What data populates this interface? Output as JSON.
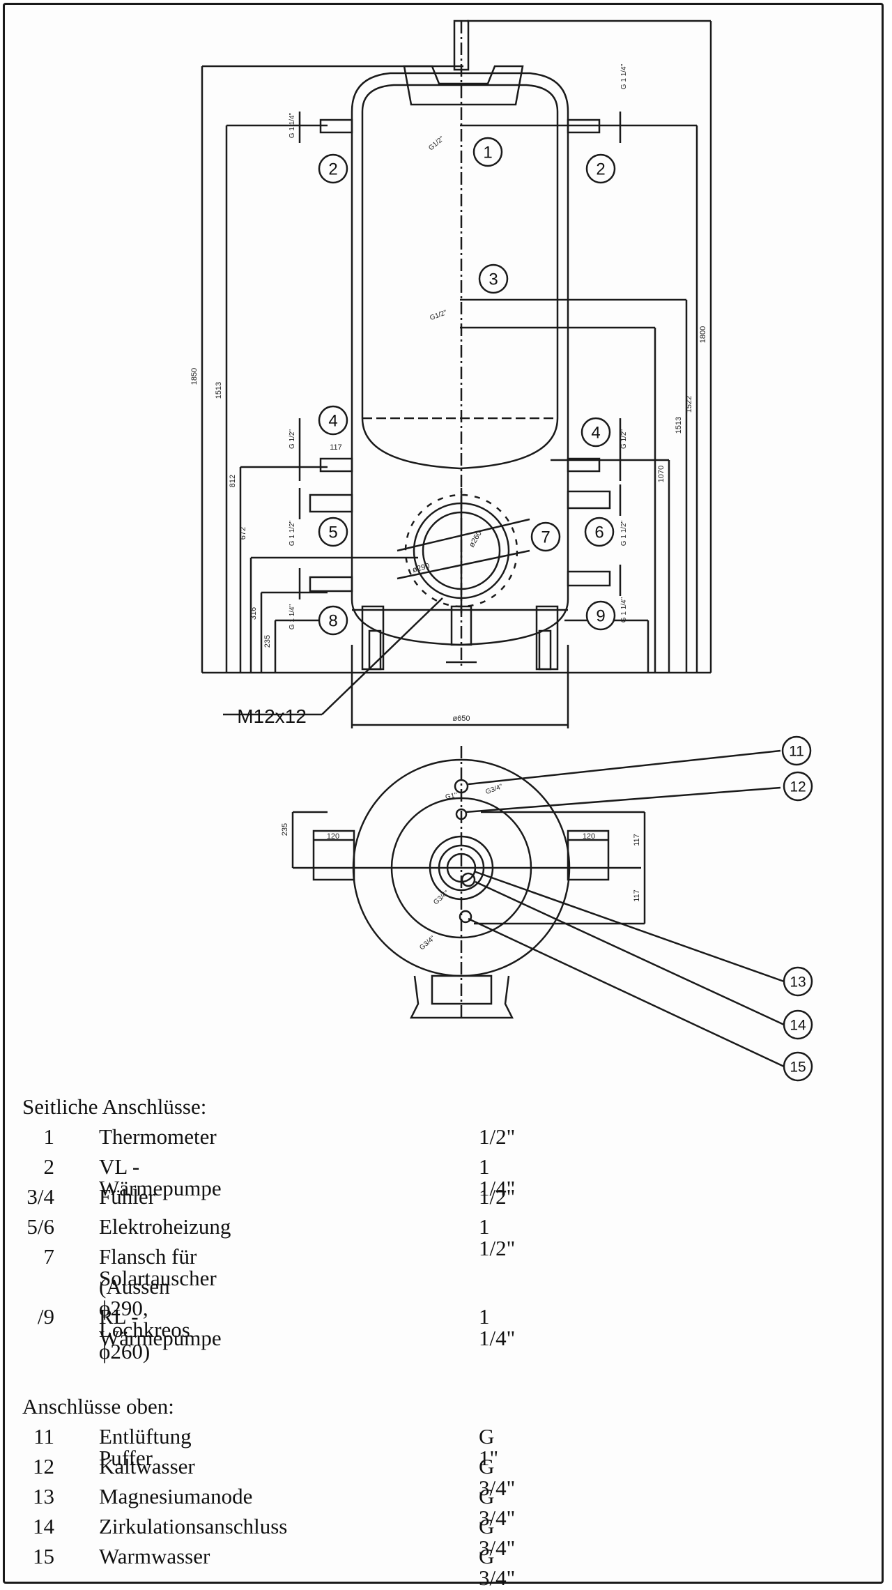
{
  "drawing": {
    "callouts_side": [
      "1",
      "2",
      "2",
      "3",
      "4",
      "4",
      "5",
      "6",
      "7",
      "8",
      "9"
    ],
    "callouts_top": [
      "11",
      "12",
      "13",
      "14",
      "15"
    ],
    "dimensions": {
      "d1850": "1850",
      "d1513a": "1513",
      "d1513b": "1513",
      "d1522": "1522",
      "d1800": "1800",
      "d1070": "1070",
      "d812": "812",
      "d672": "672",
      "d316": "316",
      "d235": "235",
      "d117": "117",
      "d650": "ø650",
      "d290": "ø290",
      "d260": "ø260",
      "top235": "235",
      "top120a": "120",
      "top120b": "120",
      "top117a": "117",
      "top117b": "117"
    },
    "thread_labels": {
      "g114_top_right": "G 1 1/4\"",
      "g114_2": "G 1 1/4\"",
      "g12_left": "G 1/2\"",
      "g12_right": "G 1/2\"",
      "g112_left": "G 1 1/2\"",
      "g112_right": "G 1 1/2\"",
      "g114_left": "G 1 1/4\"",
      "g114_right": "G 1 1/4\"",
      "g12_1": "G1/2\"",
      "g12_3": "G1/2\"",
      "top_g1": "G1\"",
      "top_g34a": "G3/4\"",
      "top_g34b": "G3/4\"",
      "top_g34c": "G3/4\""
    },
    "bolt_label": "M12x12"
  },
  "side": {
    "heading": "Seitliche Anschlüsse:",
    "rows": [
      {
        "num": "1",
        "desc": "Thermometer",
        "size": "1/2\""
      },
      {
        "num": "2",
        "desc": "VL - Wärmepumpe",
        "size": "1 1/4\""
      },
      {
        "num": "3/4",
        "desc": "Fühler",
        "size": "1/2\""
      },
      {
        "num": "5/6",
        "desc": "Elektroheizung",
        "size": "1 1/2\""
      },
      {
        "num": "7",
        "desc": "Flansch für Solartauscher",
        "size": ""
      },
      {
        "num": "",
        "desc": "(Aussen ϕ290, Lochkreos ϕ260)",
        "size": ""
      },
      {
        "num": "/9",
        "desc": "RL - Wärmepumpe",
        "size": "1 1/4\""
      }
    ]
  },
  "top": {
    "heading": "Anschlüsse oben:",
    "rows": [
      {
        "num": "11",
        "desc": "Entlüftung Puffer",
        "size": "G 1\""
      },
      {
        "num": "12",
        "desc": "Kaltwasser",
        "size": "G 3/4\""
      },
      {
        "num": "13",
        "desc": "Magnesiumanode",
        "size": "G 3/4\""
      },
      {
        "num": "14",
        "desc": "Zirkulationsanschluss",
        "size": "G 3/4\""
      },
      {
        "num": "15",
        "desc": "Warmwasser",
        "size": "G 3/4\""
      }
    ]
  }
}
